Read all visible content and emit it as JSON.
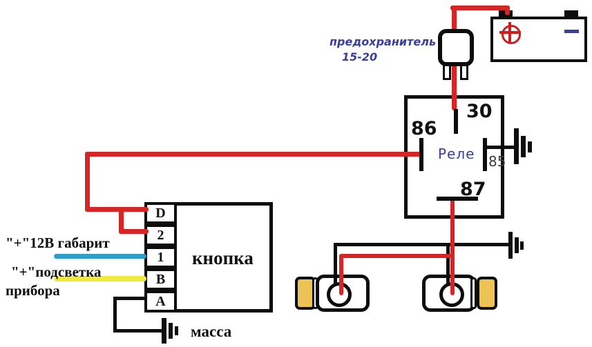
{
  "diagram": {
    "title_hint": "relay wiring diagram for fog lamps",
    "fuse_label": {
      "line1": "предохранитель",
      "line2": "15-20"
    },
    "relay": {
      "name": "Реле",
      "pin30": "30",
      "pin85": "85",
      "pin86": "86",
      "pin87": "87"
    },
    "button": {
      "name": "кнопка",
      "pins": [
        "D",
        "2",
        "1",
        "B",
        "A"
      ]
    },
    "wire_labels": {
      "gabarit": "\"+\"12В габарит",
      "podsvetka_line1": "\"+\"подсветка",
      "podsvetka_line2": "прибора",
      "massa": "масса"
    },
    "icons": {
      "battery": "battery-icon",
      "battery_plus": "plus-terminal-icon",
      "battery_minus": "minus-terminal-icon",
      "fuse": "fuse-icon",
      "grounds": [
        "ground-icon-relay",
        "ground-icon-lamps",
        "ground-icon-button"
      ]
    },
    "colors": {
      "wire_red": "#d42626",
      "wire_blue": "#2d9ec9",
      "wire_yellow": "#f2e93e",
      "lamp_cap": "#edc355",
      "label_blue": "#3a3f9e"
    }
  }
}
